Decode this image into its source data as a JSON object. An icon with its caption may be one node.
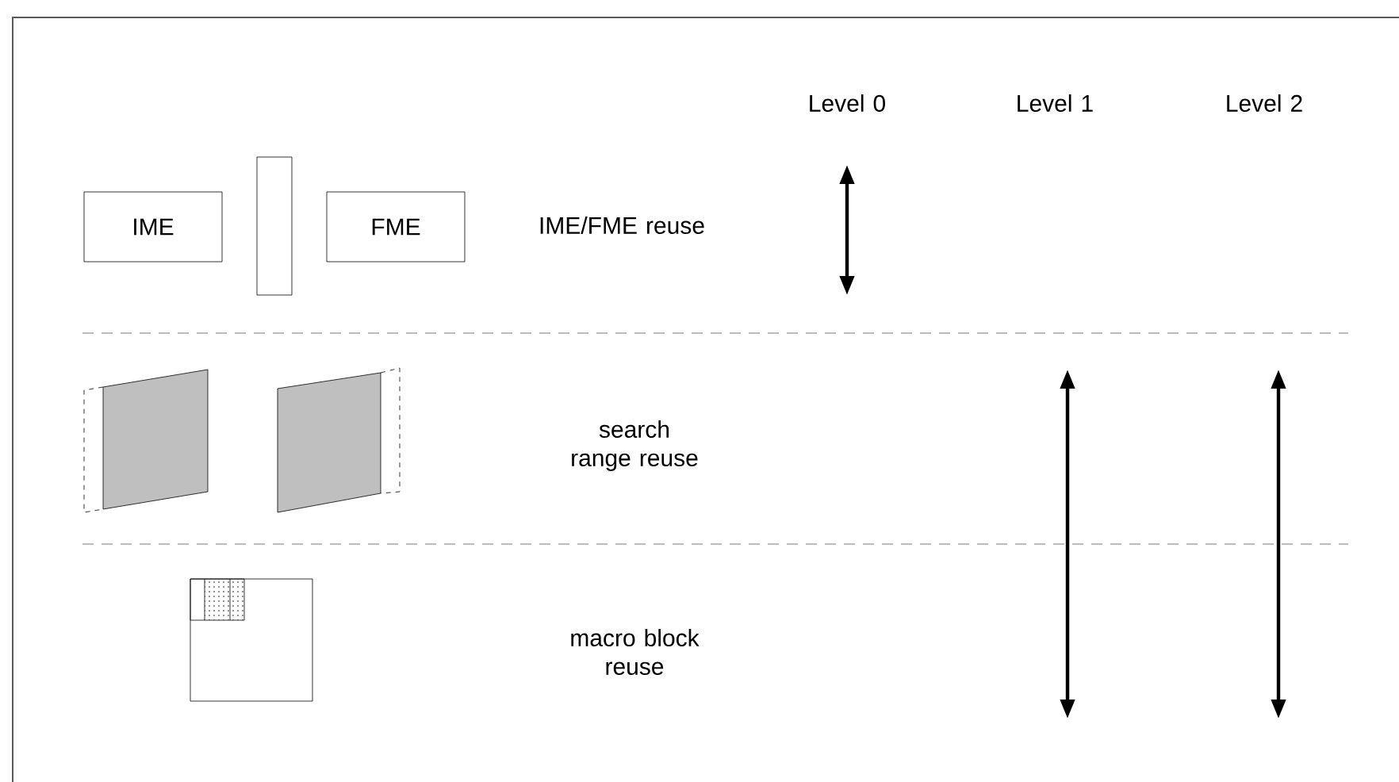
{
  "diagram": {
    "nodes": [
      {
        "text": [
          "IME"
        ]
      },
      {
        "text": [],
        "shape": "box"
      },
      {
        "text": [
          "FME"
        ]
      }
    ],
    "labels": [
      "Level 0",
      "Level 1",
      "Level 2",
      "IME/FME reuse",
      "search range reuse",
      "macro block reuse"
    ]
  }
}
